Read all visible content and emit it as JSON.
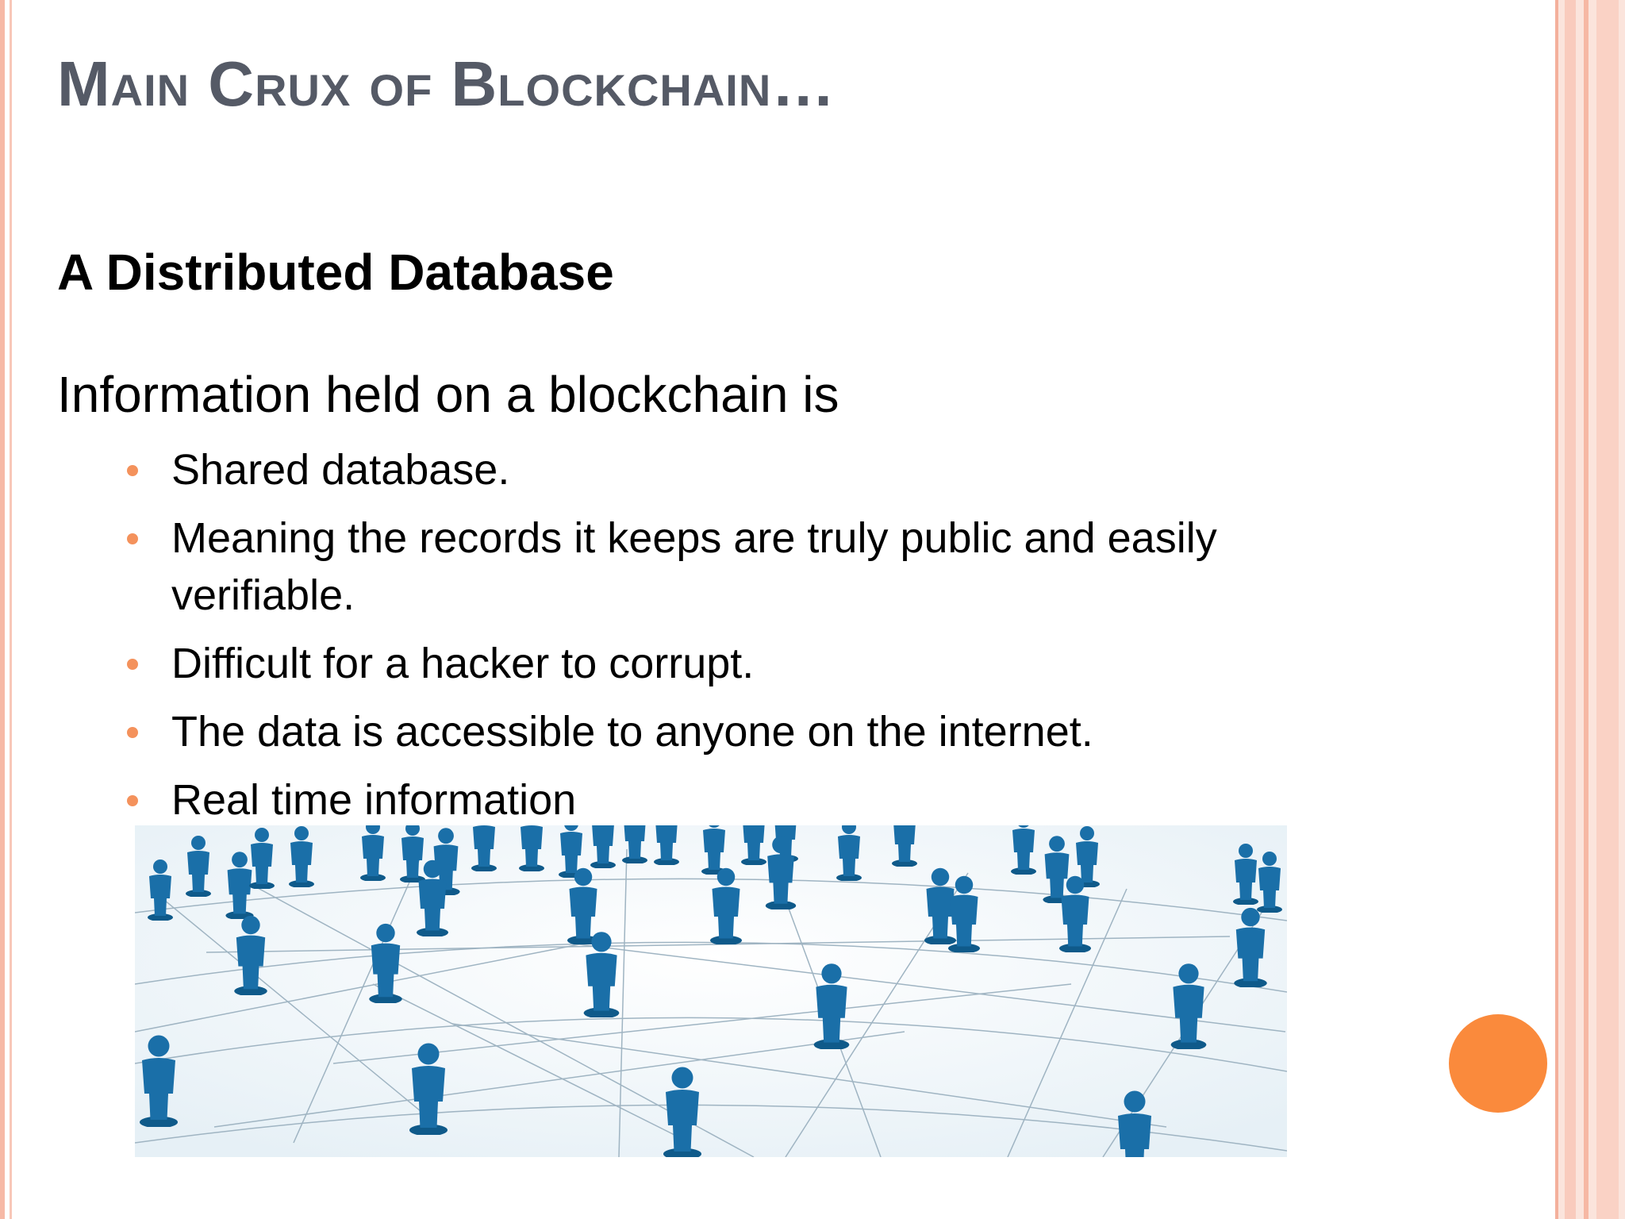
{
  "slide": {
    "title": "Main Crux of Blockchain…",
    "subtitle": "A Distributed Database",
    "intro": "Information held on a blockchain is",
    "bullets": [
      "Shared database.",
      "Meaning the records it keeps are truly public and easily verifiable.",
      "Difficult for a hacker to corrupt.",
      "The data is accessible to anyone on the internet.",
      "Real time information"
    ]
  },
  "colors": {
    "title": "#555a66",
    "bullet_dot": "#f4925c",
    "accent_circle": "#fa8a3c",
    "border_stripes": "#f6b9a6",
    "figure_blue": "#1a6fa8"
  },
  "image": {
    "icon": "people-network-illustration"
  }
}
